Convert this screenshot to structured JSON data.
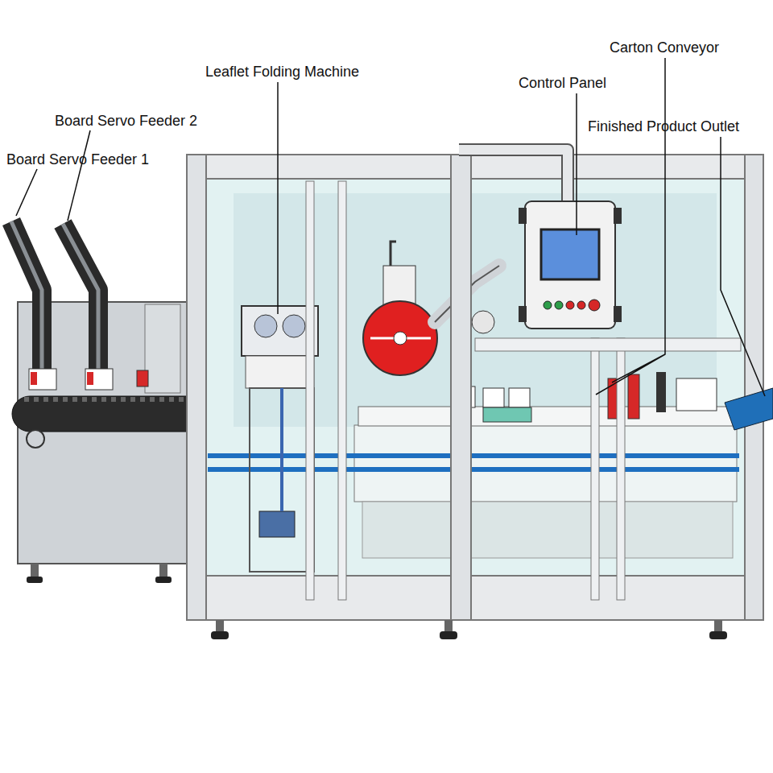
{
  "diagram": {
    "labels": [
      "Board Servo Feeder 1",
      "Board Servo Feeder 2",
      "Leaflet Folding Machine",
      "Control Panel",
      "Carton Conveyor",
      "Finished Product Outlet"
    ]
  }
}
